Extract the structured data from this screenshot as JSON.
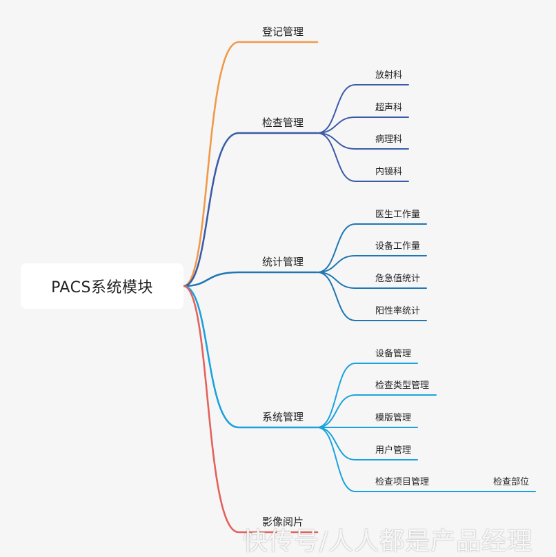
{
  "root": "PACS系统模块",
  "branches": [
    {
      "label": "登记管理",
      "color": "#ef9a49",
      "children": []
    },
    {
      "label": "检查管理",
      "color": "#3b5ba7",
      "children": [
        "放射科",
        "超声科",
        "病理科",
        "内镜科"
      ]
    },
    {
      "label": "统计管理",
      "color": "#1f76b3",
      "children": [
        "医生工作量",
        "设备工作量",
        "危急值统计",
        "阳性率统计"
      ]
    },
    {
      "label": "系统管理",
      "color": "#1aa2dd",
      "children": [
        "设备管理",
        "检查类型管理",
        "模版管理",
        "用户管理",
        "检查项目管理"
      ]
    },
    {
      "label": "影像阅片",
      "color": "#e2625c",
      "children": []
    }
  ],
  "subchildren": {
    "检查项目管理": [
      "检查部位"
    ]
  },
  "watermark": "快传号/人人都是产品经理"
}
